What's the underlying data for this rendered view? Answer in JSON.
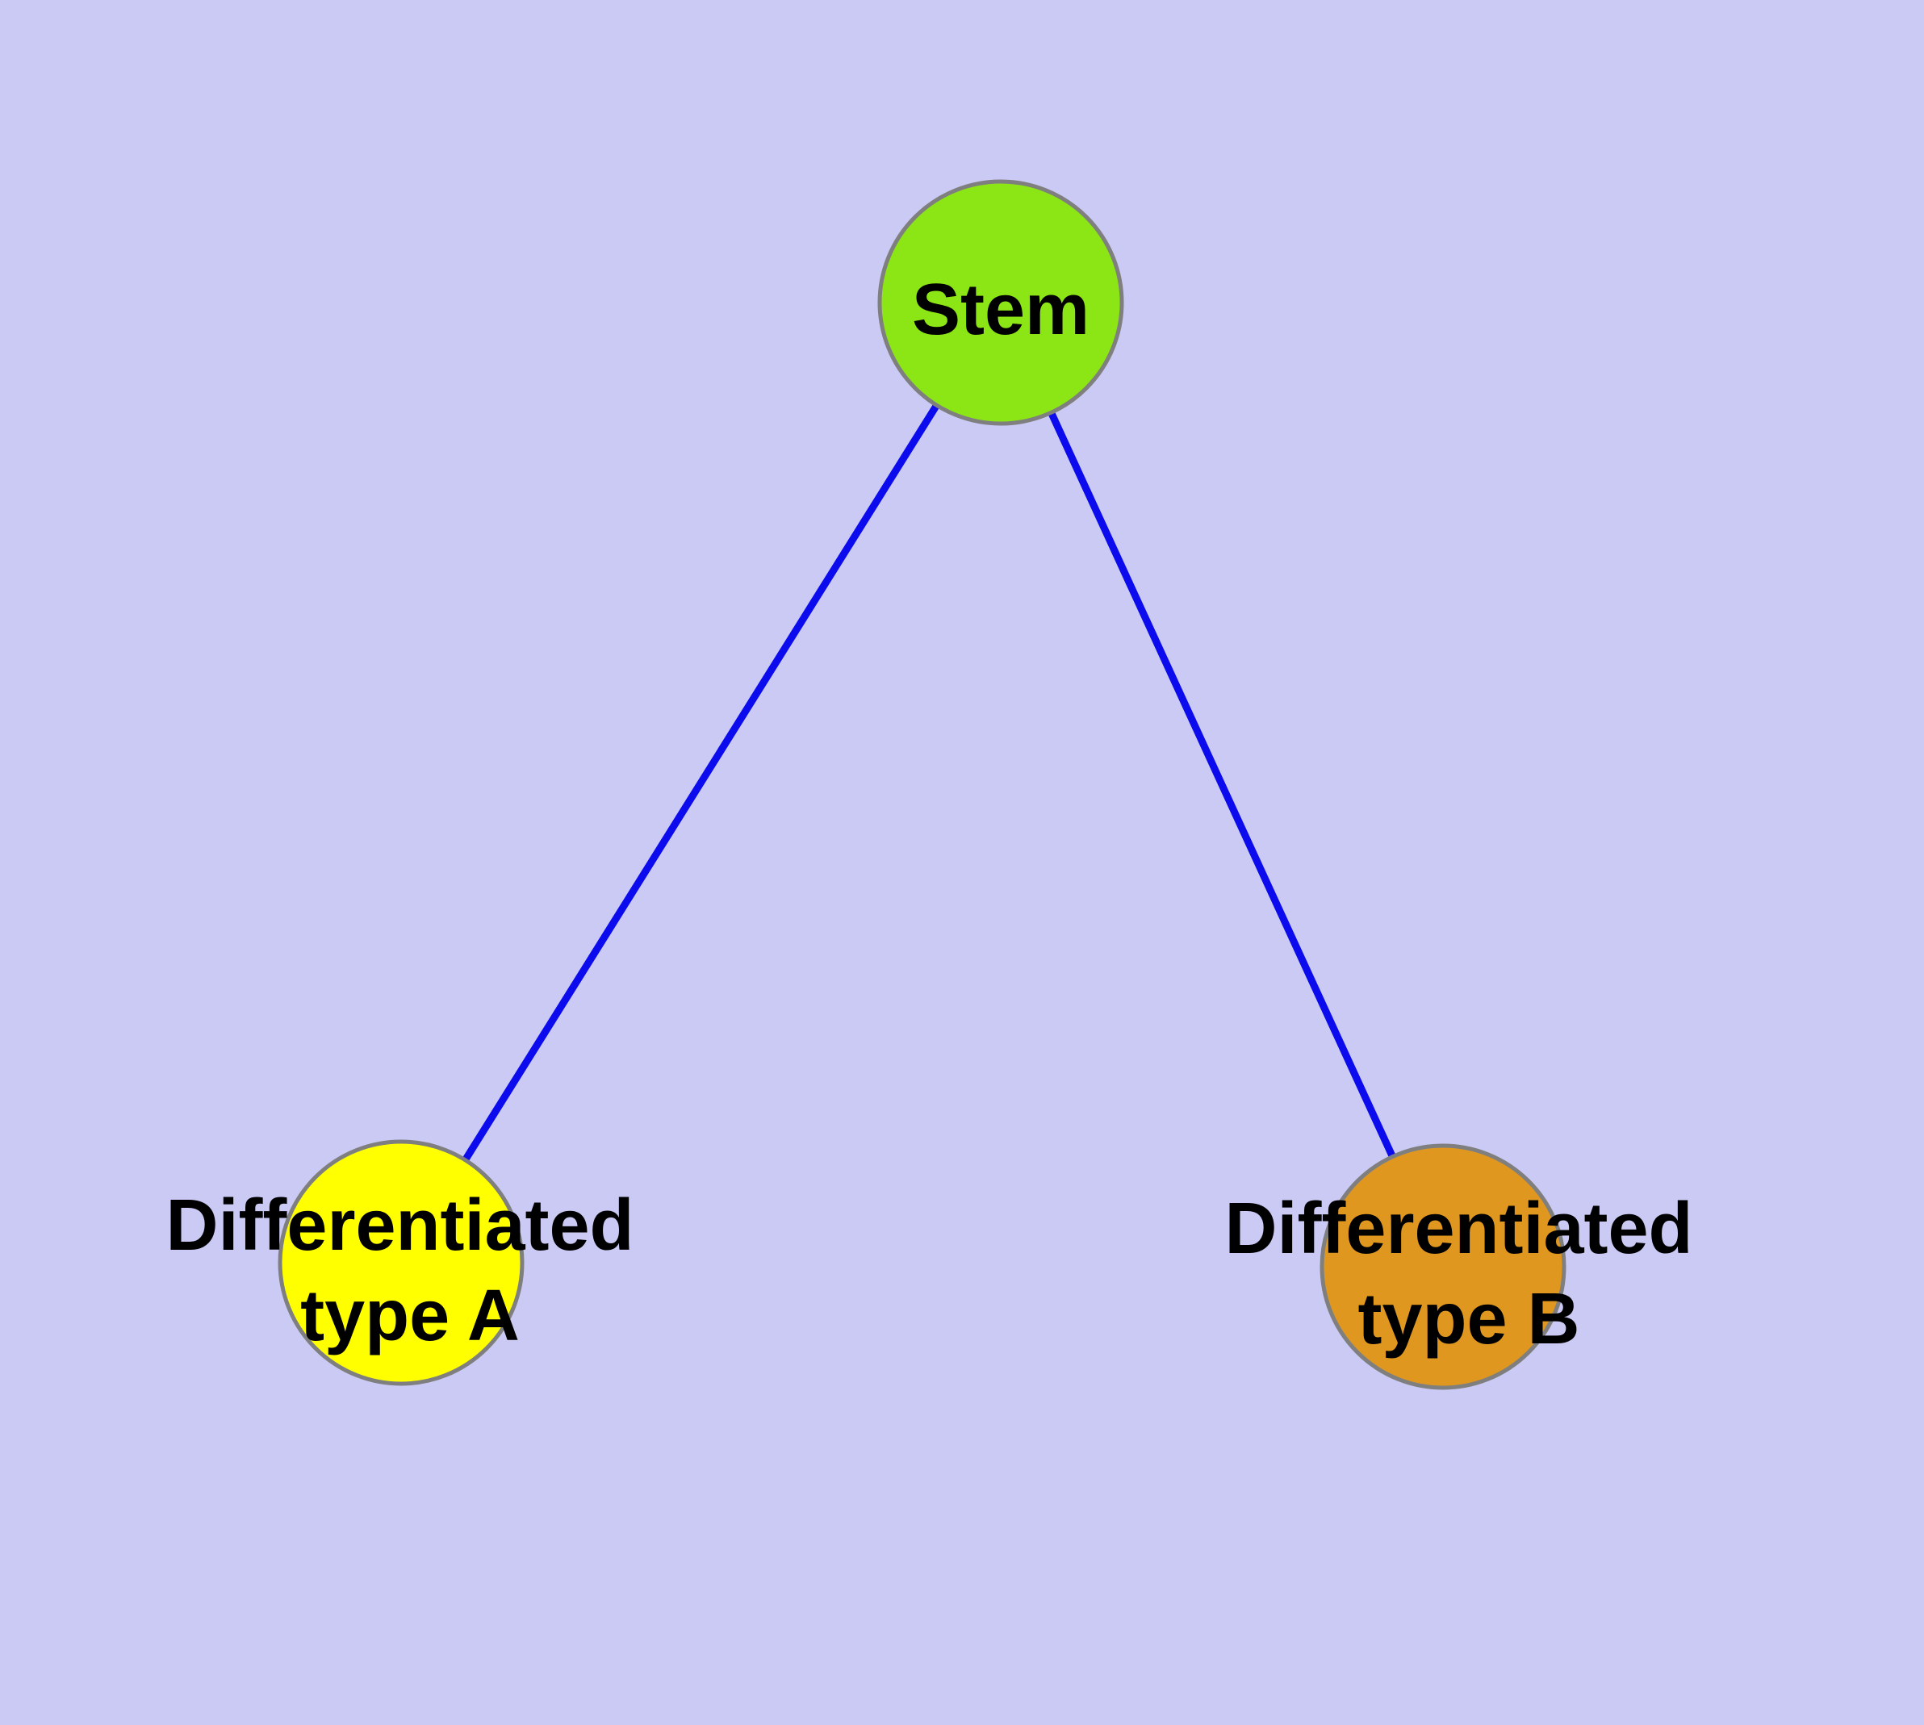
{
  "diagram": {
    "background_color": "#cacaf4",
    "edge_color": "#0b0bee",
    "node_border_color": "#7f7f7f",
    "label_color": "#000000",
    "nodes": {
      "stem": {
        "label": "Stem",
        "fill": "#8ce514"
      },
      "type_a": {
        "label_line1": "Differentiated",
        "label_line2": "type A",
        "fill": "#ffff00"
      },
      "type_b": {
        "label_line1": "Differentiated",
        "label_line2": "type B",
        "fill": "#e0971f"
      }
    },
    "edges": [
      {
        "from": "Stem",
        "to": "Differentiated type A"
      },
      {
        "from": "Stem",
        "to": "Differentiated type B"
      }
    ]
  }
}
